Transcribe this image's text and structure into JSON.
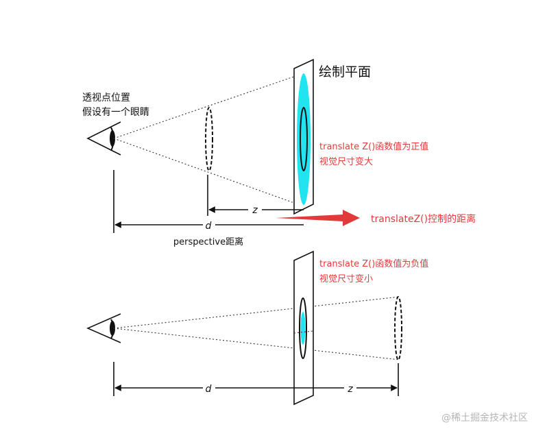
{
  "top": {
    "plane_label": "绘制平面",
    "eye_label_line1": "透视点位置",
    "eye_label_line2": "假设有一个眼睛",
    "effect_line1": "translate Z()函数值为正值",
    "effect_line2": "视觉尺寸变大",
    "z_label": "z",
    "d_label": "d",
    "distance_label": "perspective距离",
    "arrow_label": "translateZ()控制的距离"
  },
  "bottom": {
    "effect_line1": "translate Z()函数值为负值",
    "effect_line2": "视觉尺寸变小",
    "d_label": "d",
    "z_label": "z"
  },
  "colors": {
    "stroke": "#111111",
    "cyan": "#22e4f0",
    "red": "#e23a3a",
    "watermark": "#b5b5b5"
  },
  "watermark": "@稀土掘金技术社区"
}
